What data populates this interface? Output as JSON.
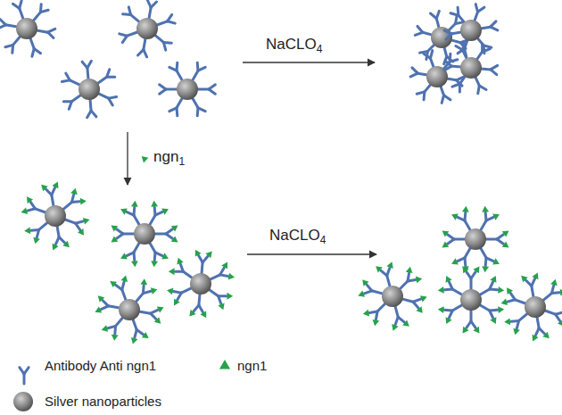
{
  "diagram": {
    "labels": [
      "NaCLO4",
      "ngn1",
      "NaCLO4"
    ],
    "legend": [
      {
        "text": "Antibody Anti ngn1"
      },
      {
        "text": "ngn1"
      },
      {
        "text": "Silver nanoparticles"
      }
    ]
  }
}
